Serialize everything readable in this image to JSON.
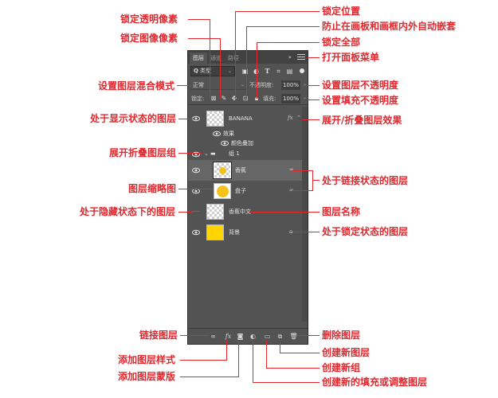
{
  "panel": {
    "tabs": [
      {
        "label": "图层",
        "active": true
      },
      {
        "label": "通道",
        "active": false
      },
      {
        "label": "路径",
        "active": false
      }
    ],
    "collapse_glyph": "»",
    "filter": {
      "label": "类型",
      "search_icon": "Q"
    },
    "blend_mode": "正常",
    "opacity_label": "不透明度:",
    "opacity_value": "100%",
    "lock_label": "锁定:",
    "fill_label": "填充:",
    "fill_value": "100%",
    "layers": [
      {
        "name": "BANANA",
        "visible": true,
        "badge": "fx"
      },
      {
        "name": "效果",
        "type": "effects-header"
      },
      {
        "name": "颜色叠加",
        "type": "effect"
      },
      {
        "name": "组 1",
        "type": "group",
        "visible": true
      },
      {
        "name": "香蕉",
        "visible": true,
        "linked": true,
        "badge": "link"
      },
      {
        "name": "盘子",
        "visible": true,
        "linked": true,
        "badge": "link"
      },
      {
        "name": "香蕉中文",
        "visible": false
      },
      {
        "name": "背景",
        "visible": true,
        "locked": true,
        "badge": "lock"
      }
    ]
  },
  "annotations": {
    "lock_transparent": "锁定透明像素",
    "lock_image": "锁定图像像素",
    "blend_mode": "设置图层混合模式",
    "lock_position": "锁定位置",
    "prevent_nesting": "防止在画板和画框内外自动嵌套",
    "lock_all": "锁定全部",
    "panel_menu": "打开面板菜单",
    "layer_opacity": "设置图层不透明度",
    "fill_opacity": "设置填充不透明度",
    "visible_layer": "处于显示状态的图层",
    "toggle_effects": "展开/折叠图层效果",
    "toggle_group": "展开折叠图层组",
    "linked_layers": "处于链接状态的图层",
    "thumbnail": "图层缩略图",
    "hidden_layer": "处于隐藏状态下的图层",
    "layer_name": "图层名称",
    "locked_layer": "处于锁定状态的图层",
    "link_layers": "链接图层",
    "add_style": "添加图层样式",
    "add_mask": "添加图层蒙版",
    "delete_layer": "删除图层",
    "new_layer": "创建新图层",
    "new_group": "创建新组",
    "new_fill": "创建新的填充或调整图层"
  },
  "colors": {
    "annotation": "#e0282e",
    "panel_bg": "#535353",
    "banana_yellow": "#ffd400"
  }
}
